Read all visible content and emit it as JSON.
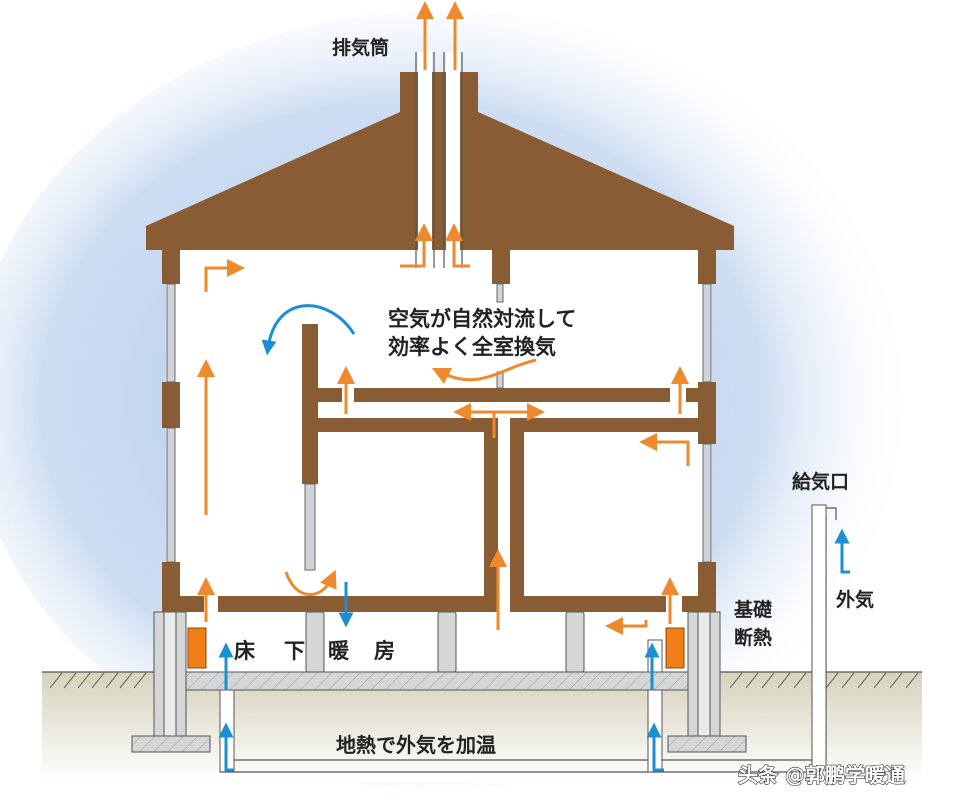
{
  "diagram": {
    "type": "house-ventilation-cross-section",
    "colors": {
      "structure": "#8a5c33",
      "air_warm": "#ee8a2e",
      "air_fresh": "#1b8fd1",
      "glow": "#a9c6ea",
      "ground": "#ddd9c8",
      "concrete": "#d4d6d8",
      "heater": "#f07f1a"
    },
    "labels": {
      "exhaust_stack": "排気筒",
      "natural_convection_line1": "空気が自然対流して",
      "natural_convection_line2": "効率よく全室換気",
      "supply_inlet": "給気口",
      "outside_air": "外気",
      "foundation_insulation_line1": "基礎",
      "foundation_insulation_line2": "断熱",
      "underfloor_heating": [
        "床",
        "下",
        "暖",
        "房"
      ],
      "geothermal_preheat": "地熱で外気を加温"
    },
    "watermark": "头条 @郭鹏学暖通"
  }
}
